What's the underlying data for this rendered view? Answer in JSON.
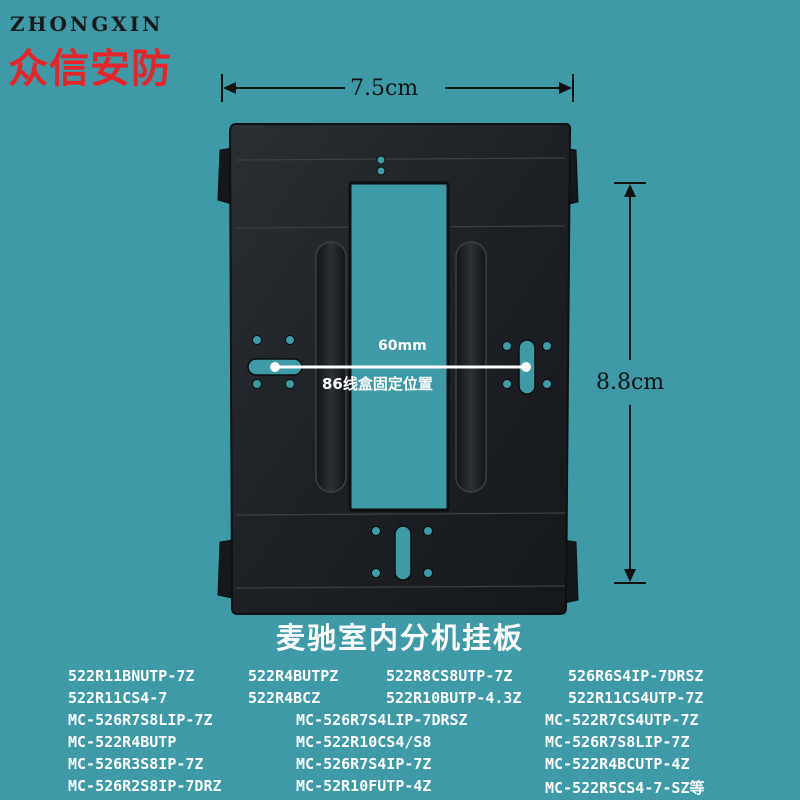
{
  "brand": {
    "name_en": "ZHONGXIN",
    "name_cn": "众信安防",
    "accent": "#e8242a"
  },
  "dimensions": {
    "width": "7.5cm",
    "height": "8.8cm",
    "mount_distance": "60mm",
    "mount_caption": "86线盒固定位置"
  },
  "colors": {
    "background": "#3f9aa8",
    "plate": "#202428",
    "text": "#ffffff"
  },
  "product_title": "麦驰室内分机挂板",
  "models": [
    "522R11BNUTP-7Z",
    "522R4BUTPZ",
    "522R8CS8UTP-7Z",
    "526R6S4IP-7DRSZ",
    "522R11CS4-7",
    "522R4BCZ",
    "522R10BUTP-4.3Z",
    "522R11CS4UTP-7Z",
    "MC-526R7S8LIP-7Z",
    "MC-526R7S4LIP-7DRSZ",
    "MC-522R7CS4UTP-7Z",
    "MC-522R4BUTP",
    "MC-522R10CS4/S8",
    "MC-526R7S8LIP-7Z",
    "MC-526R3S8IP-7Z",
    "MC-526R7S4IP-7Z",
    "MC-522R4BCUTP-4Z",
    "MC-526R2S8IP-7DRZ",
    "MC-52R10FUTP-4Z",
    "MC-522R5CS4-7-SZ等"
  ]
}
